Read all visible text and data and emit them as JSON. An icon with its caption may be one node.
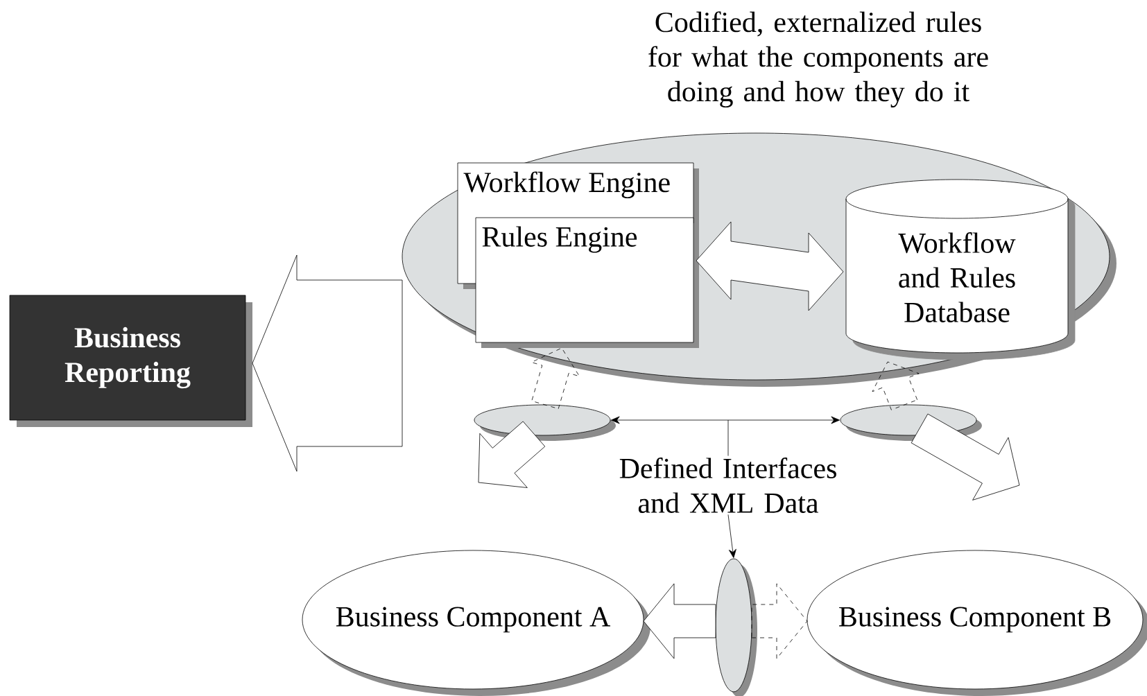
{
  "diagram": {
    "nodes": [
      {
        "text": [],
        "shape": "ellipse",
        "beside": [
          "Codified, externalized rules for what the components are doing and how they do it"
        ]
      },
      {
        "text": [
          "Workflow Engine"
        ],
        "in": 0
      },
      {
        "text": [
          "Rules Engine"
        ],
        "in": 0
      },
      {
        "text": [
          "Workflow and Rules Database"
        ],
        "in": 0
      },
      {
        "text": [
          "Business Reporting"
        ]
      },
      {
        "text": [],
        "shape": "ellipse"
      },
      {
        "text": [],
        "shape": "ellipse"
      },
      {
        "text": [
          "Business Component A"
        ]
      },
      {
        "text": [
          "Business Component B"
        ]
      },
      {
        "text": [],
        "shape": "ellipse"
      },
      {
        "text": [
          "Defined Interfaces and XML Data"
        ]
      }
    ],
    "edges": [
      {
        "from": 1,
        "to": 3,
        "arrow": "both"
      },
      {
        "from": 0,
        "to": 4,
        "arrow": "to"
      },
      {
        "from": 5,
        "to": 0,
        "arrow": "to",
        "style": "dashed"
      },
      {
        "from": 5,
        "to": null,
        "arrow": "to"
      },
      {
        "from": 6,
        "to": 0,
        "arrow": "to",
        "style": "dashed"
      },
      {
        "from": 6,
        "to": null,
        "arrow": "to"
      },
      {
        "from": 5,
        "to": 6,
        "arrow": "both"
      },
      {
        "from": 10,
        "to": 9,
        "arrow": "to"
      },
      {
        "from": 9,
        "to": 8,
        "arrow": "to",
        "style": "dashed"
      },
      {
        "from": 9,
        "to": 7,
        "arrow": "to"
      },
      {
        "from": 10,
        "to": null,
        "arrow": "none"
      }
    ]
  }
}
